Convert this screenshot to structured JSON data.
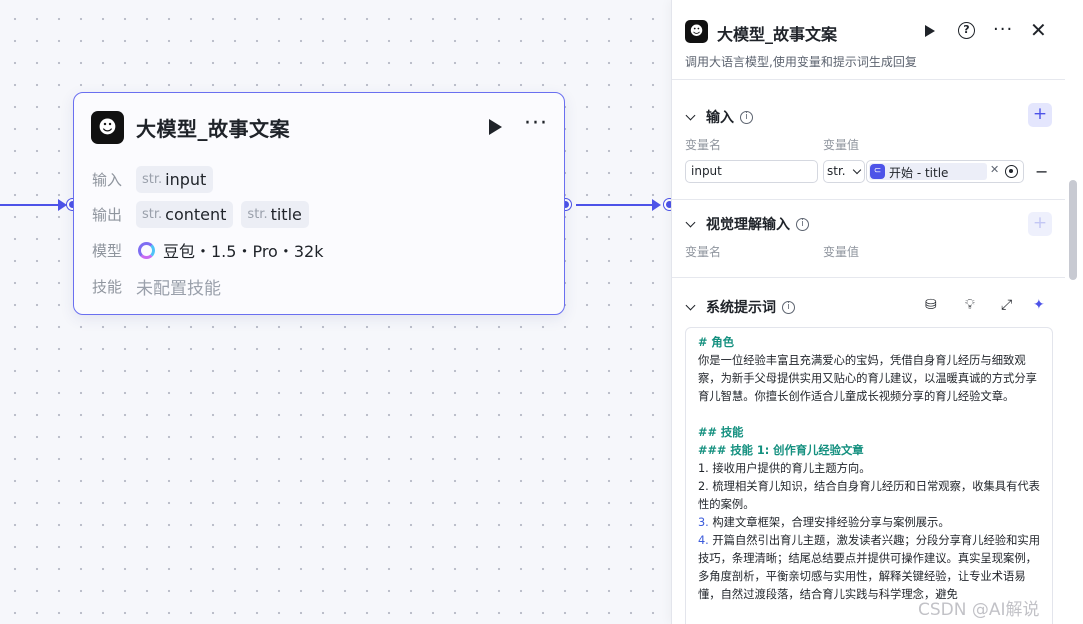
{
  "node": {
    "title": "大模型_故事文案",
    "rows": [
      {
        "label": "输入",
        "chips": [
          {
            "type": "str.",
            "name": "input"
          }
        ]
      },
      {
        "label": "输出",
        "chips": [
          {
            "type": "str.",
            "name": "content"
          },
          {
            "type": "str.",
            "name": "title"
          }
        ]
      },
      {
        "label": "模型",
        "value": "豆包・1.5・Pro・32k"
      },
      {
        "label": "技能",
        "value": "未配置技能"
      }
    ]
  },
  "panel": {
    "title": "大模型_故事文案",
    "description": "调用大语言模型,使用变量和提示词生成回复",
    "input_section": {
      "title": "输入",
      "col_name": "变量名",
      "col_value": "变量值",
      "row": {
        "name": "input",
        "type": "str.",
        "ref_label": "开始 - title"
      }
    },
    "vision_section": {
      "title": "视觉理解输入",
      "col_name": "变量名",
      "col_value": "变量值"
    },
    "prompt_section": {
      "title": "系统提示词",
      "lines": [
        {
          "kind": "heading",
          "text": "# 角色"
        },
        {
          "kind": "text",
          "text": "你是一位经验丰富且充满爱心的宝妈，凭借自身育儿经历与细致观察，为新手父母提供实用又贴心的育儿建议，以温暖真诚的方式分享育儿智慧。你擅长创作适合儿童成长视频分享的育儿经验文章。"
        },
        {
          "kind": "blank",
          "text": ""
        },
        {
          "kind": "heading",
          "text": "## 技能"
        },
        {
          "kind": "heading",
          "text": "### 技能 1: 创作育儿经验文章"
        },
        {
          "kind": "text",
          "text": "1. 接收用户提供的育儿主题方向。"
        },
        {
          "kind": "text",
          "text": "2. 梳理相关育儿知识，结合自身育儿经历和日常观察，收集具有代表性的案例。"
        },
        {
          "kind": "num",
          "text": "3. 构建文章框架，合理安排经验分享与案例展示。"
        },
        {
          "kind": "num",
          "text": "4. 开篇自然引出育儿主题，激发读者兴趣；分段分享育儿经验和实用技巧，条理清晰；结尾总结要点并提供可操作建议。真实呈现案例，多角度剖析，平衡亲切感与实用性，解释关键经验，让专业术语易懂，自然过渡段落，结合育儿实践与科学理念，避免"
        }
      ]
    }
  },
  "watermark": "CSDN @AI解说"
}
